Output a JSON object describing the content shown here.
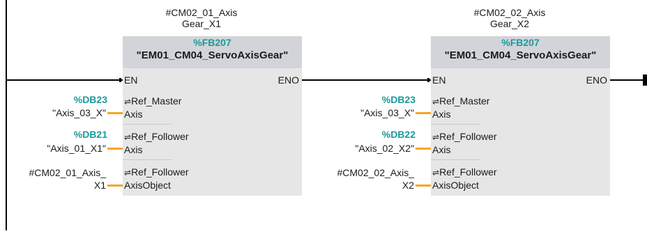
{
  "blocks": [
    {
      "instance": [
        "#CM02_01_Axis",
        "Gear_X1"
      ],
      "fb_number": "%FB207",
      "fb_name": "\"EM01_CM04_ServoAxisGear\"",
      "en_label": "EN",
      "eno_label": "ENO",
      "inputs": [
        {
          "arrow": "⇌",
          "pin_line1": "Ref_Master",
          "pin_line2": "Axis",
          "db": "%DB23",
          "ext_line1": "\"Axis_03_X\"",
          "ext_line2": ""
        },
        {
          "arrow": "⇌",
          "pin_line1": "Ref_Follower",
          "pin_line2": "Axis",
          "db": "%DB21",
          "ext_line1": "\"Axis_01_X1\"",
          "ext_line2": ""
        },
        {
          "arrow": "⇌",
          "pin_line1": "Ref_Follower",
          "pin_line2": "AxisObject",
          "db": "",
          "ext_line1": "#CM02_01_Axis_",
          "ext_line2": "X1"
        }
      ]
    },
    {
      "instance": [
        "#CM02_02_Axis",
        "Gear_X2"
      ],
      "fb_number": "%FB207",
      "fb_name": "\"EM01_CM04_ServoAxisGear\"",
      "en_label": "EN",
      "eno_label": "ENO",
      "inputs": [
        {
          "arrow": "⇌",
          "pin_line1": "Ref_Master",
          "pin_line2": "Axis",
          "db": "%DB23",
          "ext_line1": "\"Axis_03_X\"",
          "ext_line2": ""
        },
        {
          "arrow": "⇌",
          "pin_line1": "Ref_Follower",
          "pin_line2": "Axis",
          "db": "%DB22",
          "ext_line1": "\"Axis_02_X2\"",
          "ext_line2": ""
        },
        {
          "arrow": "⇌",
          "pin_line1": "Ref_Follower",
          "pin_line2": "AxisObject",
          "db": "",
          "ext_line1": "#CM02_02_Axis_",
          "ext_line2": "X2"
        }
      ]
    }
  ],
  "colors": {
    "db_text": "#1a9a9a",
    "wire_input": "#f5a623",
    "block_body": "#e6e6e6",
    "block_header": "#d3d4d9"
  }
}
